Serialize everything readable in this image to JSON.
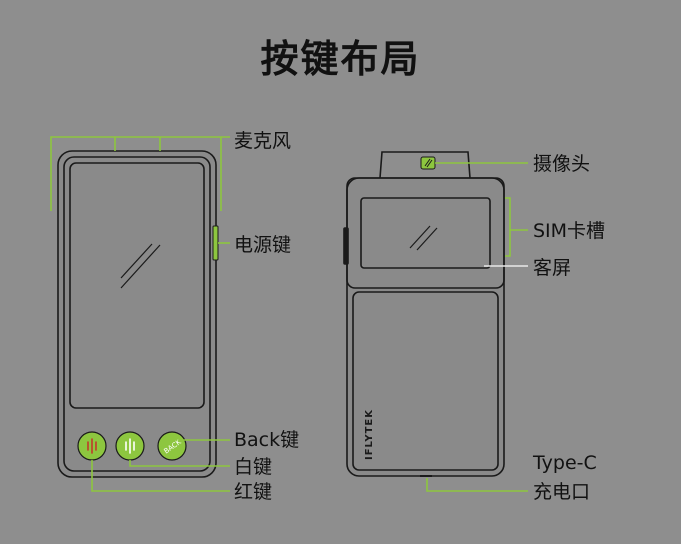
{
  "title": "按键布局",
  "labels": {
    "mic": "麦克风",
    "power": "电源键",
    "back_key": "Back键",
    "white_key": "白键",
    "red_key": "红键",
    "camera": "摄像头",
    "sim": "SIM卡槽",
    "sub_screen": "客屏",
    "typec": "Type-C",
    "charge": "充电口"
  },
  "device": {
    "brand": "IFLYTEK",
    "back_btn_text": "BACK"
  },
  "colors": {
    "background": "#8e8e8e",
    "accent": "#8dc63f",
    "outline": "#1a1a1a",
    "device_fill": "#8a8a8a"
  }
}
